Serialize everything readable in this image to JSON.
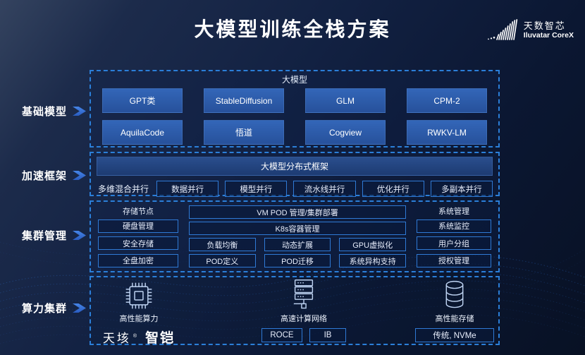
{
  "title": "大模型训练全栈方案",
  "logo": {
    "name_cn": "天数智芯",
    "name_en": "Iluvatar CoreX"
  },
  "rail": {
    "items": [
      {
        "label": "基础模型"
      },
      {
        "label": "加速框架"
      },
      {
        "label": "集群管理"
      },
      {
        "label": "算力集群"
      }
    ]
  },
  "foundation": {
    "header": "大模型",
    "boxes": [
      "GPT类",
      "StableDiffusion",
      "GLM",
      "CPM-2",
      "AquilaCode",
      "悟道",
      "Cogview",
      "RWKV-LM"
    ]
  },
  "framework": {
    "header": "大模型分布式框架",
    "row_label": "多维混合并行",
    "boxes": [
      "数据并行",
      "模型并行",
      "流水线并行",
      "优化并行",
      "多副本并行"
    ]
  },
  "cluster": {
    "storage_header": "存储节点",
    "storage_boxes": [
      "硬盘管理",
      "安全存储",
      "全盘加密"
    ],
    "wide_boxes": [
      "VM POD 管理/集群部署",
      "K8s容器管理"
    ],
    "grid_boxes": [
      "负载均衡",
      "动态扩展",
      "GPU虚拟化",
      "POD定义",
      "POD迁移",
      "系统异构支持"
    ],
    "system_header": "系统管理",
    "system_boxes": [
      "系统监控",
      "用户分组",
      "授权管理"
    ]
  },
  "compute": {
    "groups": [
      {
        "icon": "chip-icon",
        "label": "高性能算力"
      },
      {
        "icon": "server-icon",
        "label": "高速计算网络",
        "boxes": [
          "ROCE",
          "IB"
        ]
      },
      {
        "icon": "storage-icon",
        "label": "高性能存储",
        "boxes": [
          "传统, NVMe"
        ]
      }
    ],
    "brand": {
      "product1": "天垓",
      "reg_mark": "®",
      "product2": "智铠"
    }
  },
  "colors": {
    "background_top": "#34435f",
    "background_bottom": "#081124",
    "dashed_border": "#2b7fd9",
    "filled_box": "#2b5cab",
    "bar_fill": "#21477e",
    "outline_box_border": "#2f7ad6",
    "accent_arrow": "#2e6bd4",
    "text": "#ffffff"
  }
}
